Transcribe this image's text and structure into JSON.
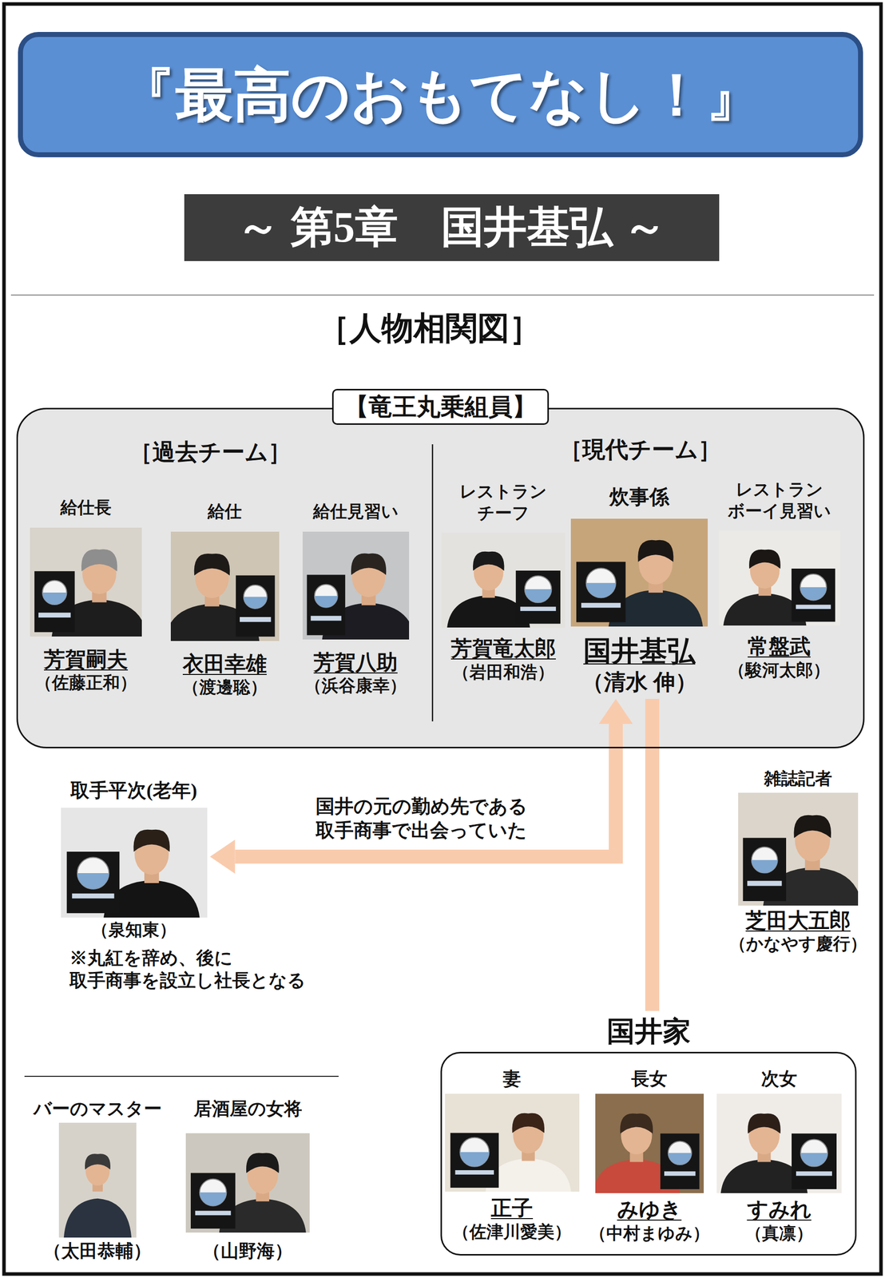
{
  "diagram": {
    "title": "『最高のおもてなし！』",
    "nodes": [
      {
        "text": [
          "【竜王丸乗組員】"
        ]
      },
      {
        "text": [
          "給仕長",
          "芳賀嗣夫",
          "（佐藤正和）"
        ],
        "in": 0
      },
      {
        "text": [
          "給仕",
          "衣田幸雄",
          "（渡邊聡）"
        ],
        "in": 0
      },
      {
        "text": [
          "給仕見習い",
          "芳賀八助",
          "（浜谷康幸）"
        ],
        "in": 0
      },
      {
        "text": [
          "レストラン チーフ",
          "芳賀竜太郎",
          "（岩田和浩）"
        ],
        "in": 0
      },
      {
        "text": [
          "炊事係",
          "国井基弘",
          "（清水 伸）"
        ],
        "in": 0
      },
      {
        "text": [
          "レストラン ボーイ見習い",
          "常盤武",
          "（駿河太郎）"
        ],
        "in": 0
      },
      {
        "text": [
          "取手平次(老年)",
          "（泉知東）"
        ]
      },
      {
        "text": [
          "雑誌記者",
          "芝田大五郎",
          "（かなやす慶行）"
        ]
      },
      {
        "text": [
          "国井家"
        ]
      },
      {
        "text": [
          "妻",
          "正子",
          "（佐津川愛美）"
        ],
        "in": 9
      },
      {
        "text": [
          "長女",
          "みゆき",
          "（中村まゆみ）"
        ],
        "in": 9
      },
      {
        "text": [
          "次女",
          "すみれ",
          "（真凛）"
        ],
        "in": 9
      },
      {
        "text": [
          "バーのマスター",
          "（太田恭輔）"
        ]
      },
      {
        "text": [
          "居酒屋の女将",
          "（山野海）"
        ]
      }
    ],
    "edges": [
      {
        "from": 5,
        "to": 7,
        "arrow": "both",
        "label": "国井の元の勤め先である 取手商事で出会っていた"
      },
      {
        "from": 5,
        "to": 9,
        "arrow": "none"
      }
    ],
    "labels": [
      "～ 第5章　国井基弘 ～",
      "［人物相関図］",
      "［過去チーム］",
      "［現代チーム］",
      "※丸紅を辞め、後に 取手商事を設立し社長となる"
    ]
  }
}
